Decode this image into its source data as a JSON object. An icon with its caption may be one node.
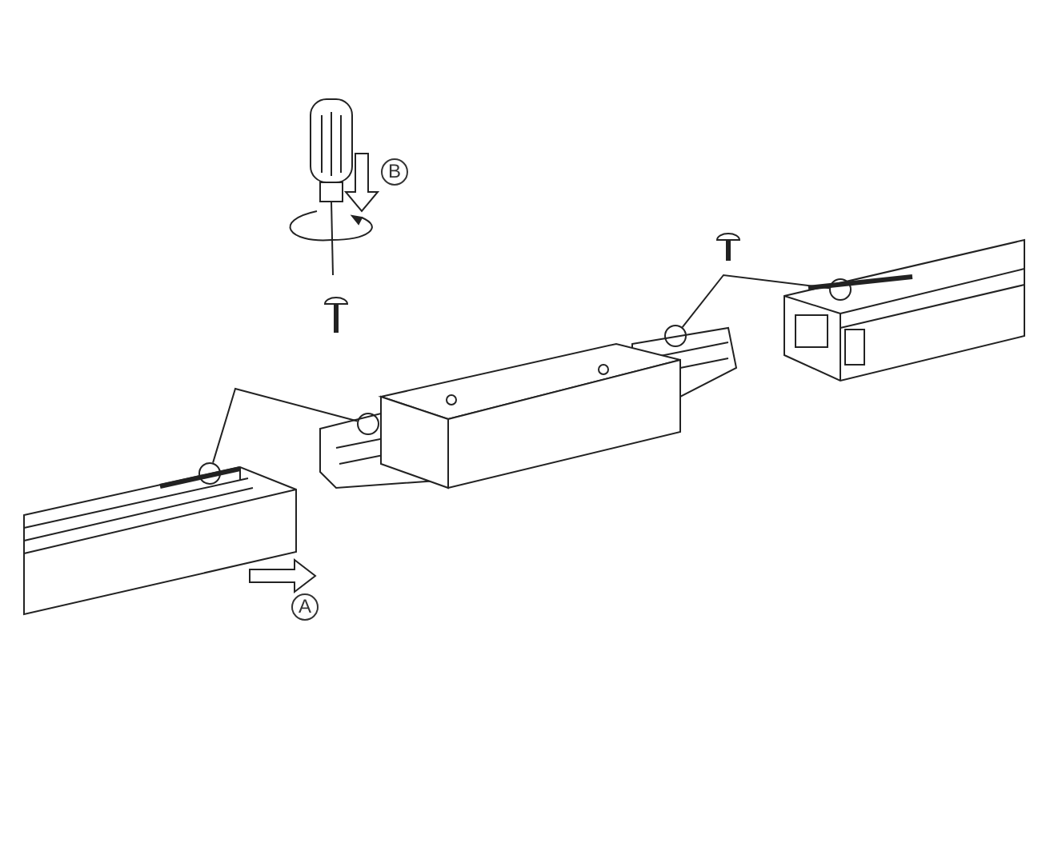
{
  "diagram": {
    "nodes": [
      {
        "text": [],
        "shape": "circle"
      },
      {
        "text": [],
        "shape": "circle"
      },
      {
        "text": [],
        "shape": "circle"
      },
      {
        "text": [],
        "shape": "circle"
      }
    ],
    "edges": [
      {
        "from": 0,
        "to": 1,
        "arrow": "none"
      },
      {
        "from": 2,
        "to": 3,
        "arrow": "none"
      }
    ],
    "labels": [
      "B",
      "A"
    ]
  }
}
